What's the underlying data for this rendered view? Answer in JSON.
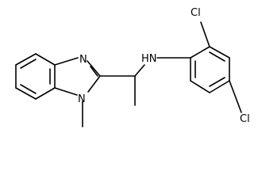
{
  "molecule": {
    "atoms": {
      "cl_top": "Cl",
      "cl_bottom": "Cl",
      "nh": "HN",
      "n_ring": "N",
      "n_methyl": "N"
    }
  }
}
